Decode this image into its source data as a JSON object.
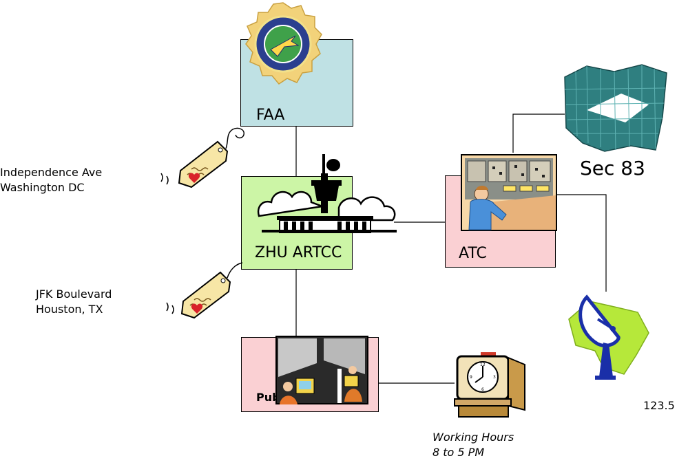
{
  "nodes": {
    "faa": {
      "label": "FAA",
      "fill": "#bfe1e4"
    },
    "artcc": {
      "label": "ZHU ARTCC",
      "fill": "#ccf5a6"
    },
    "atc": {
      "label": "ATC",
      "fill": "#fad0d3"
    },
    "pis": {
      "label": "Public Info Svc",
      "fill": "#fad0d3"
    },
    "sector": {
      "label": "Sec 83"
    },
    "radio": {
      "label": "123.5"
    }
  },
  "tags": {
    "faa_address": {
      "line1": "Independence Ave",
      "line2": "Washington DC"
    },
    "artcc_address": {
      "line1": "JFK Boulevard",
      "line2": "Houston, TX"
    }
  },
  "hours": {
    "line1": "Working Hours",
    "line2": "8 to 5 PM"
  },
  "icons": {
    "seal": "faa-seal-icon",
    "tower": "control-tower-icon",
    "controller": "air-traffic-controller-icon",
    "sector": "airspace-sector-3d-icon",
    "dish": "satellite-dish-icon",
    "office": "office-workers-icon",
    "clock": "time-clock-icon",
    "tag": "price-tag-icon"
  }
}
